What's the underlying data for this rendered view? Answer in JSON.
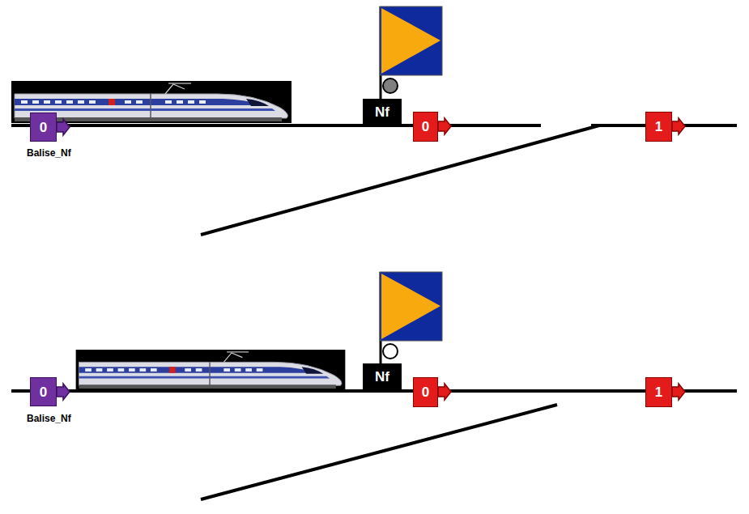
{
  "diagram": {
    "nodes": [
      {
        "text": [
          "0"
        ]
      },
      {
        "text": [
          "Nf"
        ]
      },
      {
        "text": [
          "0"
        ]
      },
      {
        "text": [
          "1"
        ]
      },
      {
        "text": [
          "0"
        ]
      },
      {
        "text": [
          "Nf"
        ]
      },
      {
        "text": [
          "0"
        ]
      },
      {
        "text": [
          "1"
        ]
      }
    ],
    "labels": [
      "Balise_Nf",
      "Balise_Nf"
    ]
  }
}
